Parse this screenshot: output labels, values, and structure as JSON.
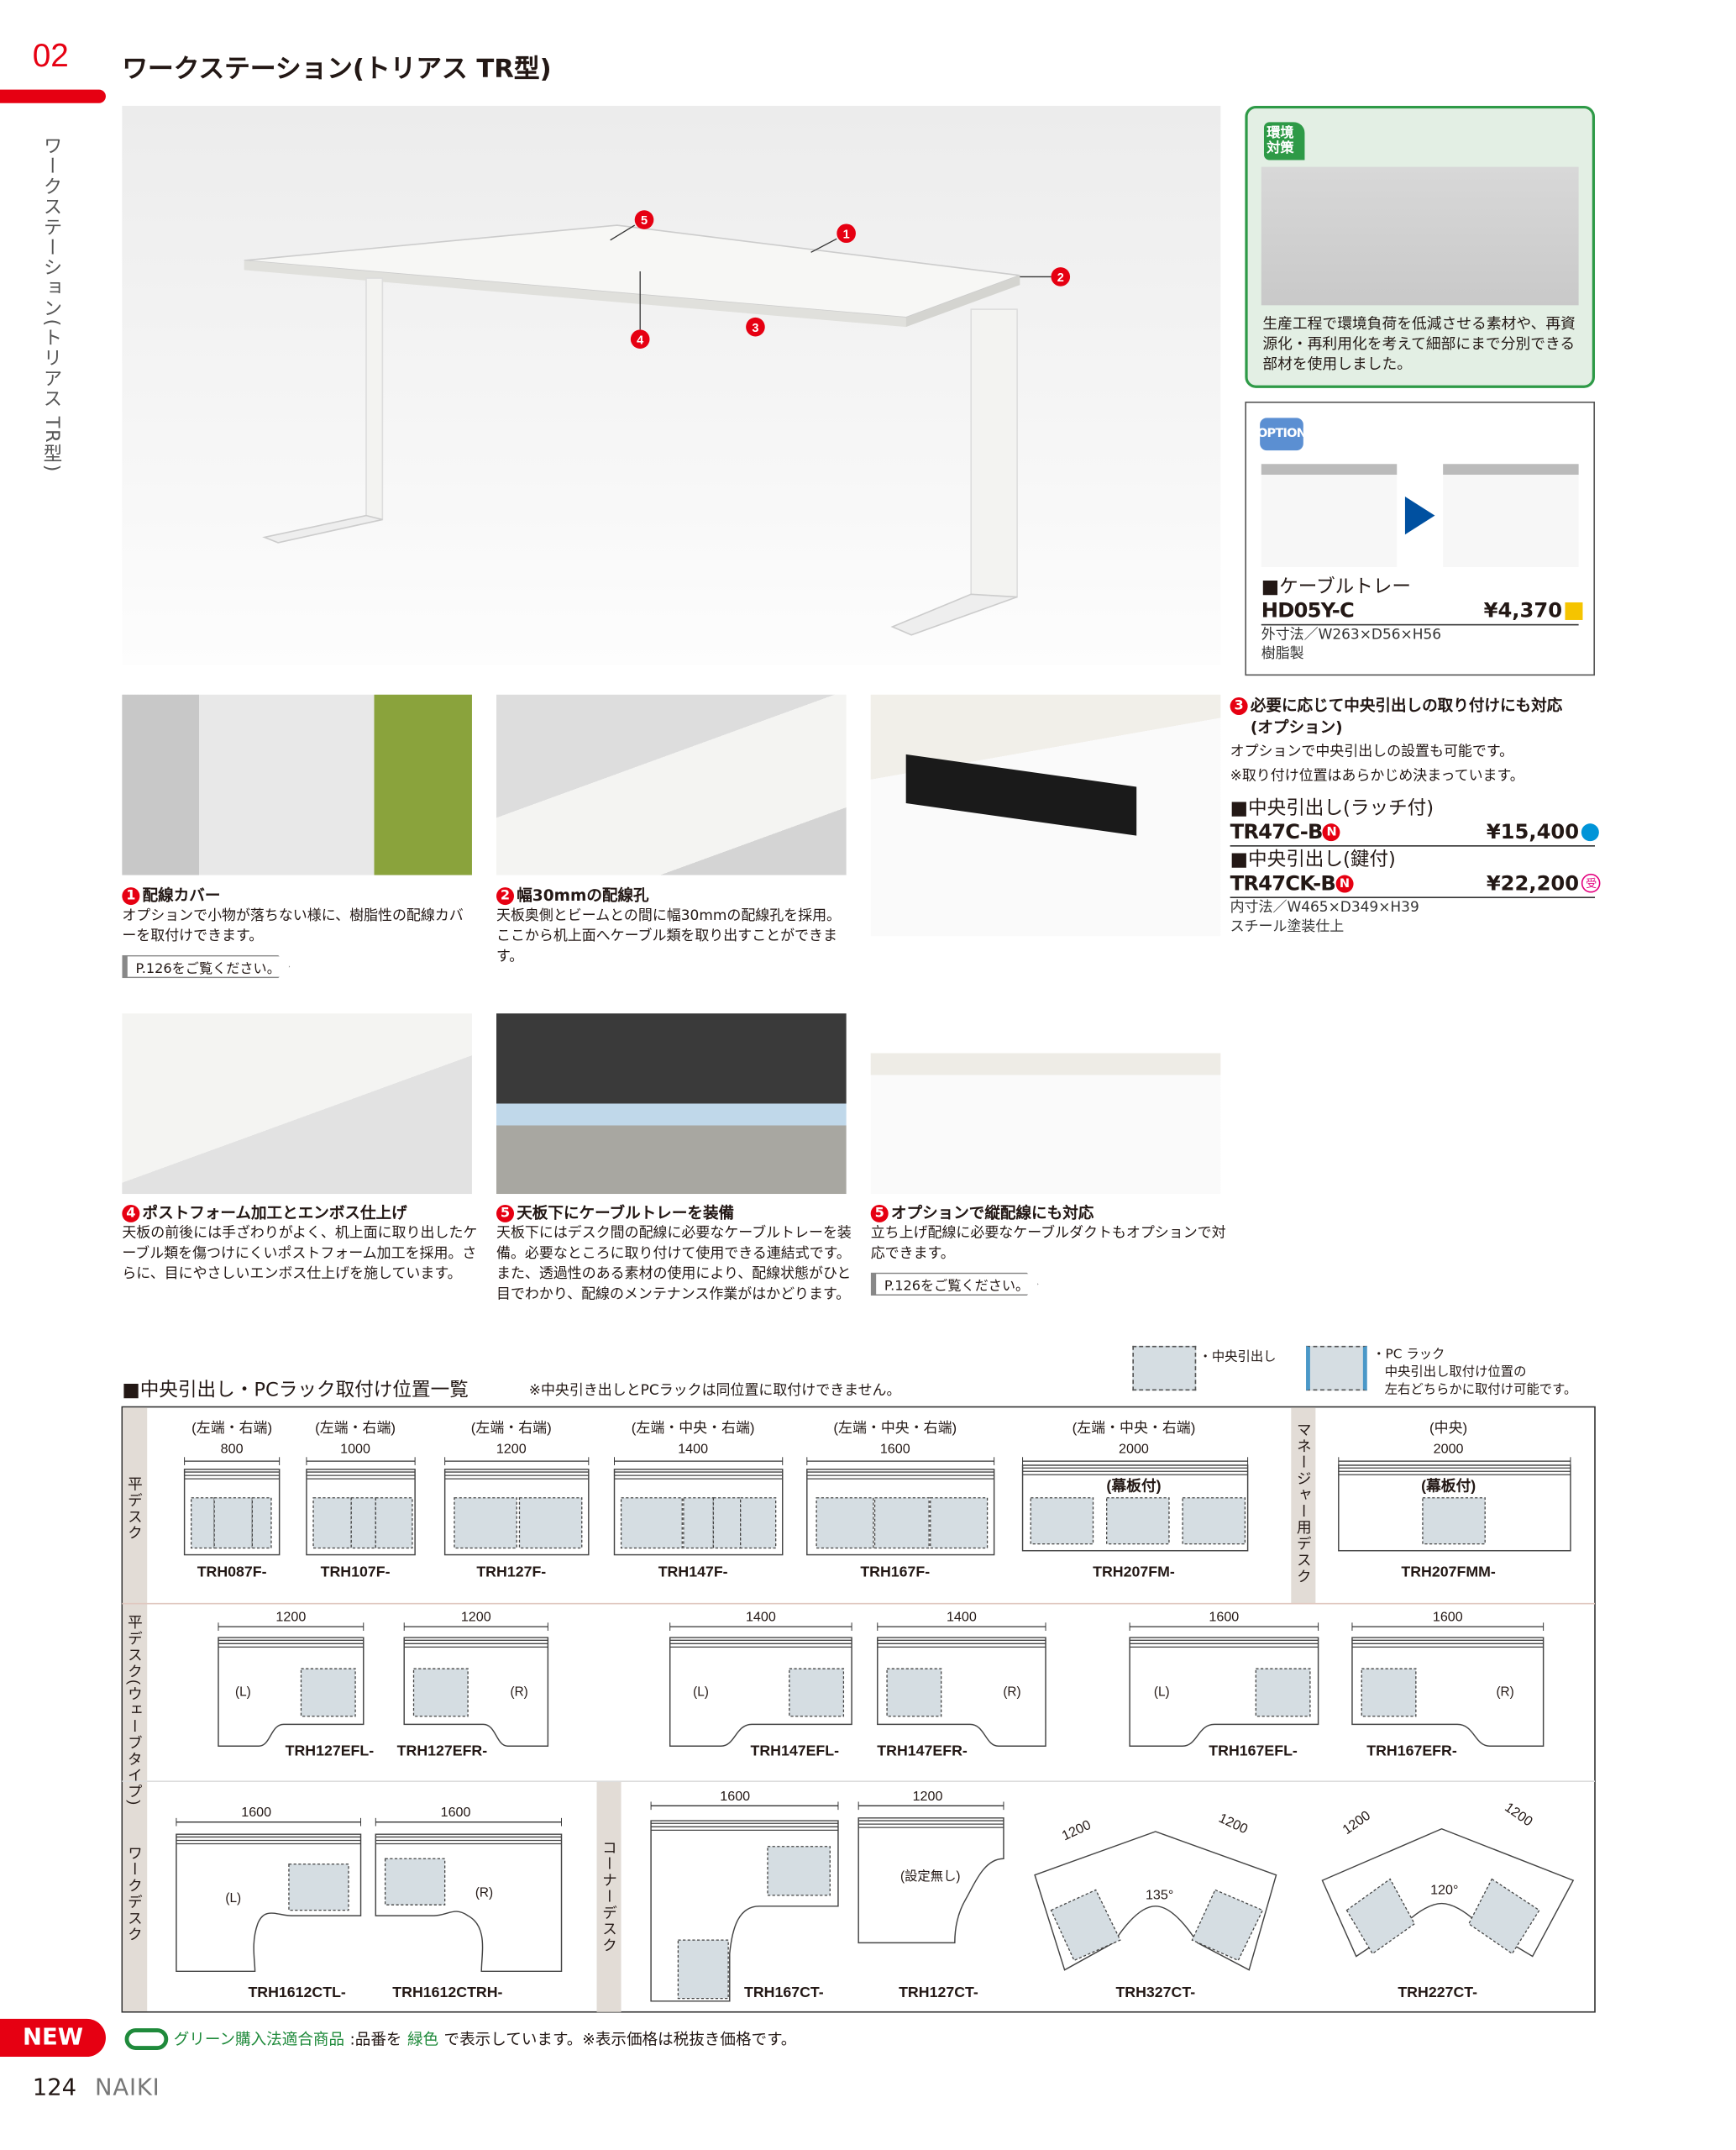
{
  "page": {
    "section_no": "02",
    "title": "ワークステーション(トリアス TR型)",
    "side_label": "ワークステーション(トリアス TR型)",
    "page_no": "124",
    "brand": "NAIKI",
    "new_badge": "NEW"
  },
  "hero": {
    "callouts": [
      "5",
      "1",
      "2",
      "4",
      "3"
    ]
  },
  "eco": {
    "badge_line1": "環境",
    "badge_line2": "対策",
    "text": "生産工程で環境負荷を低減させる素材や、再資源化・再利用化を考えて細部にまで分別できる部材を使用しました。"
  },
  "option": {
    "badge": "OPTION",
    "name": "■ケーブルトレー",
    "code": "HD05Y-C",
    "price": "¥4,370",
    "price_mark_color": "#f5c400",
    "spec1": "外寸法／W263×D56×H56",
    "spec2": "樹脂製"
  },
  "features": [
    {
      "num": "1",
      "title": "配線カバー",
      "body": "オプションで小物が落ちない様に、樹脂性の配線カバーを取付けできます。",
      "ref": "P.126をご覧ください。"
    },
    {
      "num": "2",
      "title": "幅30mmの配線孔",
      "body": "天板奥側とビームとの間に幅30mmの配線孔を採用。ここから机上面へケーブル類を取り出すことができます。"
    },
    {
      "num": "4",
      "title": "ポストフォーム加工とエンボス仕上げ",
      "body": "天板の前後には手ざわりがよく、机上面に取り出したケーブル類を傷つけにくいポストフォーム加工を採用。さらに、目にやさしいエンボス仕上げを施しています。"
    },
    {
      "num": "5",
      "title": "天板下にケーブルトレーを装備",
      "body": "天板下にはデスク間の配線に必要なケーブルトレーを装備。必要なところに取り付けて使用できる連結式です。また、透過性のある素材の使用により、配線状態がひと目でわかり、配線のメンテナンス作業がはかどります。"
    },
    {
      "num": "5",
      "title": "オプションで縦配線にも対応",
      "body": "立ち上げ配線に必要なケーブルダクトもオプションで対応できます。",
      "ref": "P.126をご覧ください。"
    }
  ],
  "drawer": {
    "num": "3",
    "title": "必要に応じて中央引出しの取り付けにも対応",
    "title2": "(オプション)",
    "body1": "オプションで中央引出しの設置も可能です。",
    "body2": "※取り付け位置はあらかじめ決まっています。",
    "items": [
      {
        "name": "■中央引出し(ラッチ付)",
        "code": "TR47C-B",
        "badge": "N",
        "price": "¥15,400",
        "mark_color": "#0094d8"
      },
      {
        "name": "■中央引出し(鍵付)",
        "code": "TR47CK-B",
        "badge": "N",
        "price": "¥22,200",
        "mark": "受",
        "mark_color": "#e4007f"
      }
    ],
    "spec1": "内寸法／W465×D349×H39",
    "spec2": "スチール塗装仕上"
  },
  "positions": {
    "title": "■中央引出し・PCラック取付け位置一覧",
    "note": "※中央引き出しとPCラックは同位置に取付けできません。",
    "legend": {
      "drawer": "・中央引出し",
      "rack1": "・PC ラック",
      "rack2": "中央引出し取付け位置の",
      "rack3": "左右どちらかに取付け可能です。"
    },
    "row_labels": {
      "flat": "平デスク",
      "wave": "平デスク(ウェーブタイプ)",
      "work": "ワークデスク",
      "manager": "マネージャー用デスク",
      "corner": "コーナーデスク"
    },
    "flat": [
      {
        "pos": "(左端・右端)",
        "width": "800",
        "model": "TRH087F-"
      },
      {
        "pos": "(左端・右端)",
        "width": "1000",
        "model": "TRH107F-"
      },
      {
        "pos": "(左端・右端)",
        "width": "1200",
        "model": "TRH127F-"
      },
      {
        "pos": "(左端・中央・右端)",
        "width": "1400",
        "model": "TRH147F-"
      },
      {
        "pos": "(左端・中央・右端)",
        "width": "1600",
        "model": "TRH167F-"
      },
      {
        "pos": "(左端・中央・右端)",
        "width": "2000",
        "model": "TRH207FM-",
        "note": "(幕板付)"
      },
      {
        "pos": "(中央)",
        "width": "2000",
        "model": "TRH207FMM-",
        "note": "(幕板付)"
      }
    ],
    "wave": [
      {
        "width": "1200",
        "side": "(L)",
        "model": "TRH127EFL-"
      },
      {
        "width": "1200",
        "side": "(R)",
        "model": "TRH127EFR-"
      },
      {
        "width": "1400",
        "side": "(L)",
        "model": "TRH147EFL-"
      },
      {
        "width": "1400",
        "side": "(R)",
        "model": "TRH147EFR-"
      },
      {
        "width": "1600",
        "side": "(L)",
        "model": "TRH167EFL-"
      },
      {
        "width": "1600",
        "side": "(R)",
        "model": "TRH167EFR-"
      }
    ],
    "work": [
      {
        "width": "1600",
        "side": "(L)",
        "model": "TRH1612CTL-"
      },
      {
        "width": "1600",
        "side": "(R)",
        "model": "TRH1612CTRH-"
      }
    ],
    "corner": [
      {
        "width": "1600",
        "model": "TRH167CT-"
      },
      {
        "width": "1200",
        "model": "TRH127CT-",
        "note": "(設定無し)"
      },
      {
        "width_a": "1200",
        "width_b": "1200",
        "angle": "135°",
        "model": "TRH327CT-"
      },
      {
        "width_a": "1200",
        "width_b": "1200",
        "angle": "120°",
        "model": "TRH227CT-"
      }
    ]
  },
  "footer": {
    "green_label": "グリーン購入法適合商品",
    "text_a": ":品番を",
    "green_word": "緑色",
    "text_b": "で表示しています。※表示価格は税抜き価格です。"
  }
}
